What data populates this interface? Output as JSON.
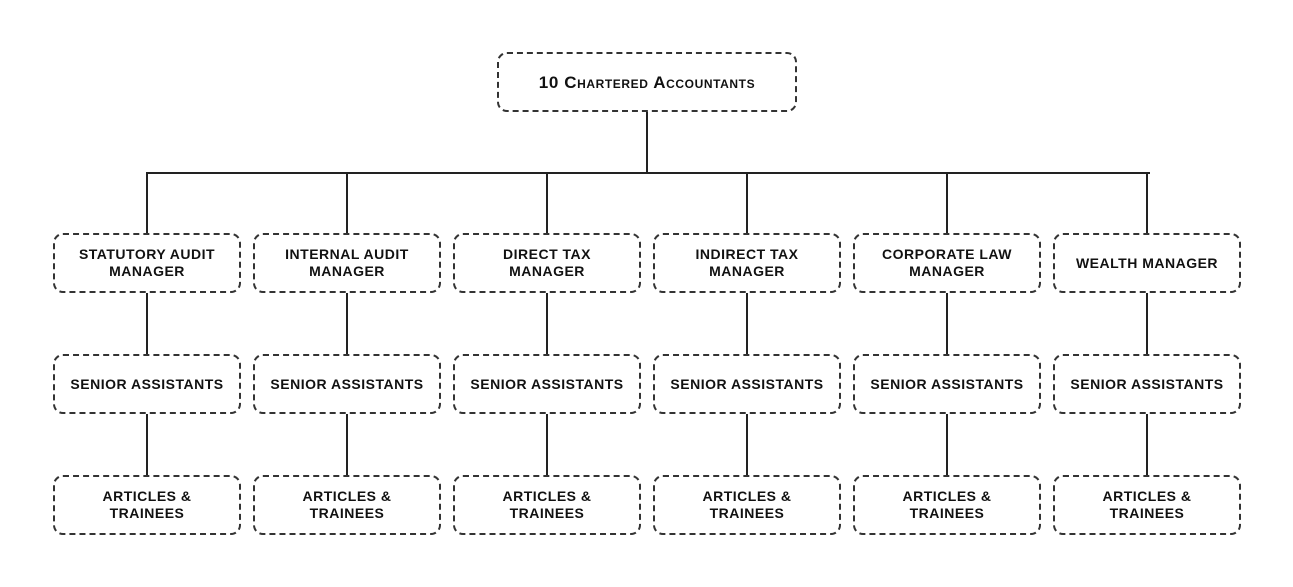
{
  "top": {
    "label": "10 Chartered Accountants"
  },
  "departments": [
    {
      "manager": "Statutory Audit Manager",
      "senior": "Senior Assistants",
      "trainees": "Articles & Trainees"
    },
    {
      "manager": "Internal Audit Manager",
      "senior": "Senior Assistants",
      "trainees": "Articles & Trainees"
    },
    {
      "manager": "Direct Tax Manager",
      "senior": "Senior Assistants",
      "trainees": "Articles & Trainees"
    },
    {
      "manager": "Indirect Tax Manager",
      "senior": "Senior Assistants",
      "trainees": "Articles & Trainees"
    },
    {
      "manager": "Corporate Law Manager",
      "senior": "Senior Assistants",
      "trainees": "Articles & Trainees"
    },
    {
      "manager": "Wealth Manager",
      "senior": "Senior Assistants",
      "trainees": "Articles & Trainees"
    }
  ]
}
